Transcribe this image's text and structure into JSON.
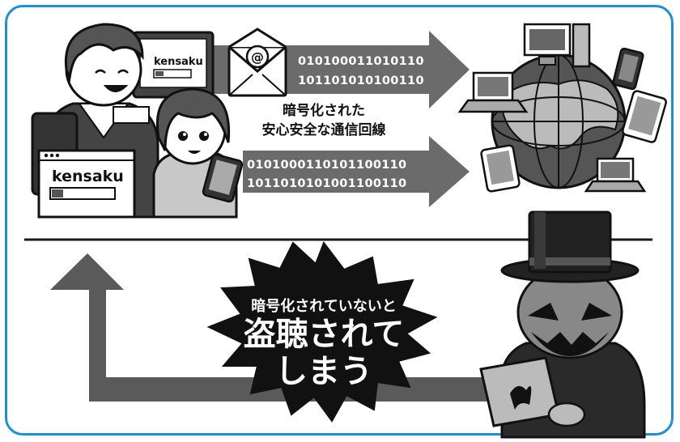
{
  "colors": {
    "frame_border": "#1e8fd6",
    "arrow_gray": "#6b6b6b",
    "arrow_dark": "#5a5a5a",
    "burst": "#111111"
  },
  "monitor_screen_text": "kensaku",
  "browser_window_text": "kensaku",
  "envelope_icon_symbol": "@",
  "top_arrow": {
    "binary_line_1": "010100011010110",
    "binary_line_2": "101101010100110"
  },
  "bottom_arrow": {
    "binary_line_1": "0101000110101100110",
    "binary_line_2": "1011010101001100110"
  },
  "secure_caption": {
    "line_1": "暗号化された",
    "line_2": "安心安全な通信回線"
  },
  "warning_burst": {
    "line_1": "暗号化されていないと",
    "line_2": "盗聴されて",
    "line_3": "しまう"
  },
  "icons": [
    "envelope-icon",
    "globe-icon",
    "desktop-pc-icon",
    "smartphone-icon",
    "laptop-icon",
    "tablet-icon",
    "hacker-icon",
    "person-icon"
  ]
}
